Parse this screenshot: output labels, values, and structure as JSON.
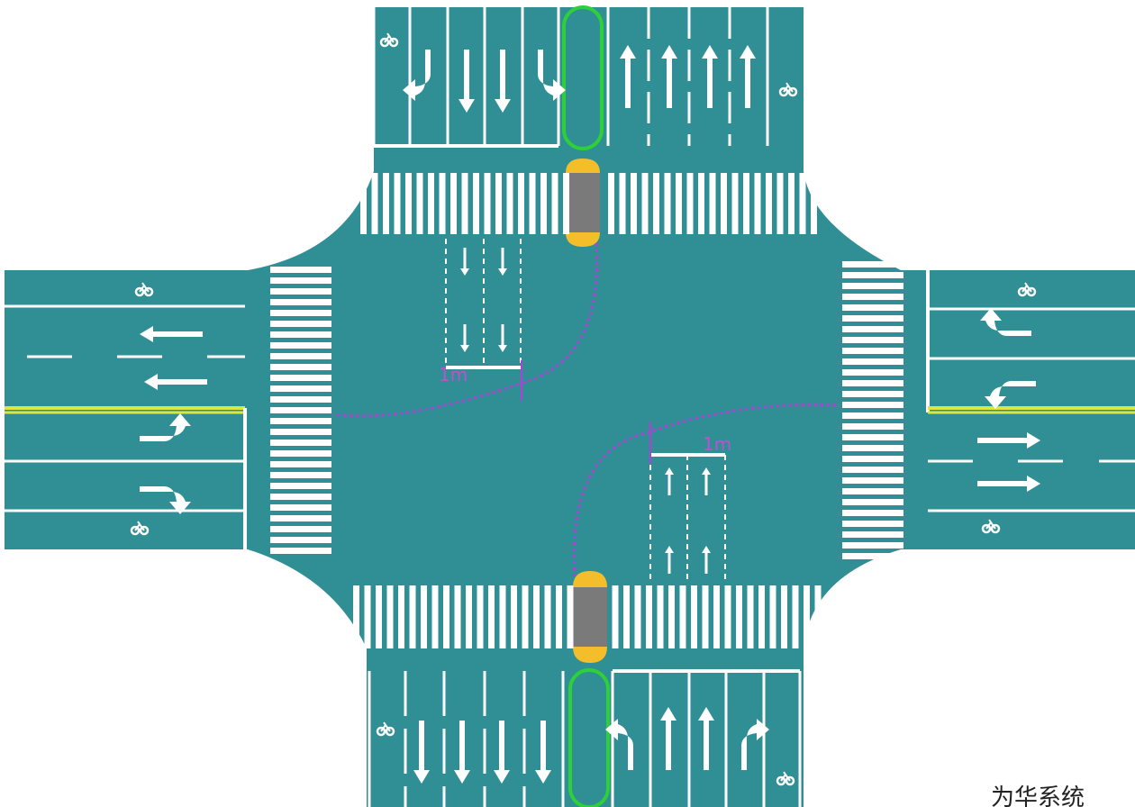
{
  "colors": {
    "road": "#2f8f95",
    "marking": "#ffffff",
    "center_line": "#d8e840",
    "median_green": "#2fcf3a",
    "refuge_gray": "#7a7a7a",
    "refuge_cap": "#f3be2a",
    "path_magenta": "#b040d8",
    "background": "#ffffff"
  },
  "annotations": {
    "north_setback": "1m",
    "south_setback": "1m"
  },
  "watermark": "为华系统"
}
